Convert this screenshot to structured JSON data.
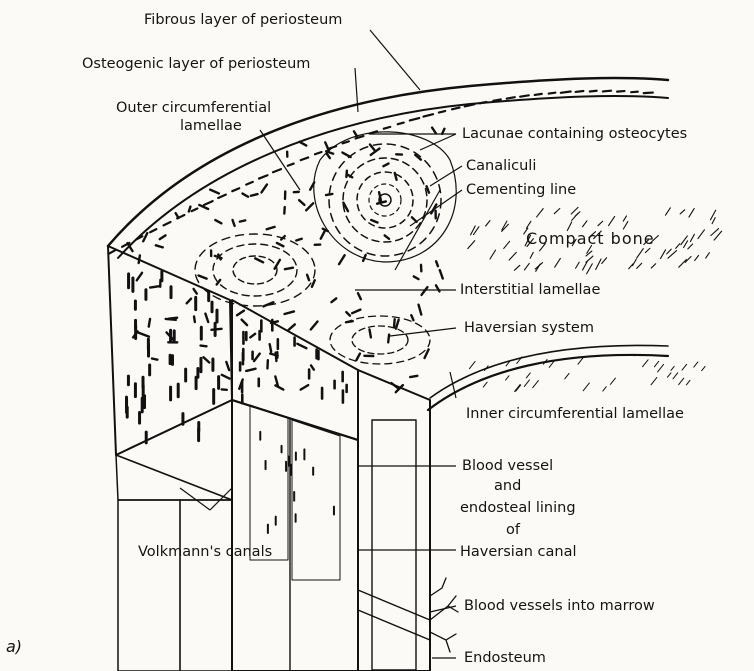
{
  "figure": {
    "panel_label": "a)",
    "labels": {
      "fibrous_layer": "Fibrous layer of periosteum",
      "osteogenic_layer": "Osteogenic layer of periosteum",
      "outer_lamellae_1": "Outer circumferential",
      "outer_lamellae_2": "lamellae",
      "lacunae": "Lacunae containing osteocytes",
      "canaliculi": "Canaliculi",
      "cementing_line": "Cementing line",
      "compact_bone": "Compact bone",
      "interstitial_lamellae": "Interstitial lamellae",
      "haversian_system": "Haversian system",
      "inner_lamellae": "Inner circumferential lamellae",
      "blood_vessel_1": "Blood vessel",
      "blood_vessel_2": "and",
      "blood_vessel_3": "endosteal lining",
      "blood_vessel_4": "of",
      "haversian_canal": "Haversian canal",
      "volkmanns_canals": "Volkmann's canals",
      "marrow_vessels": "Blood vessels into marrow",
      "endosteum": "Endosteum"
    }
  }
}
